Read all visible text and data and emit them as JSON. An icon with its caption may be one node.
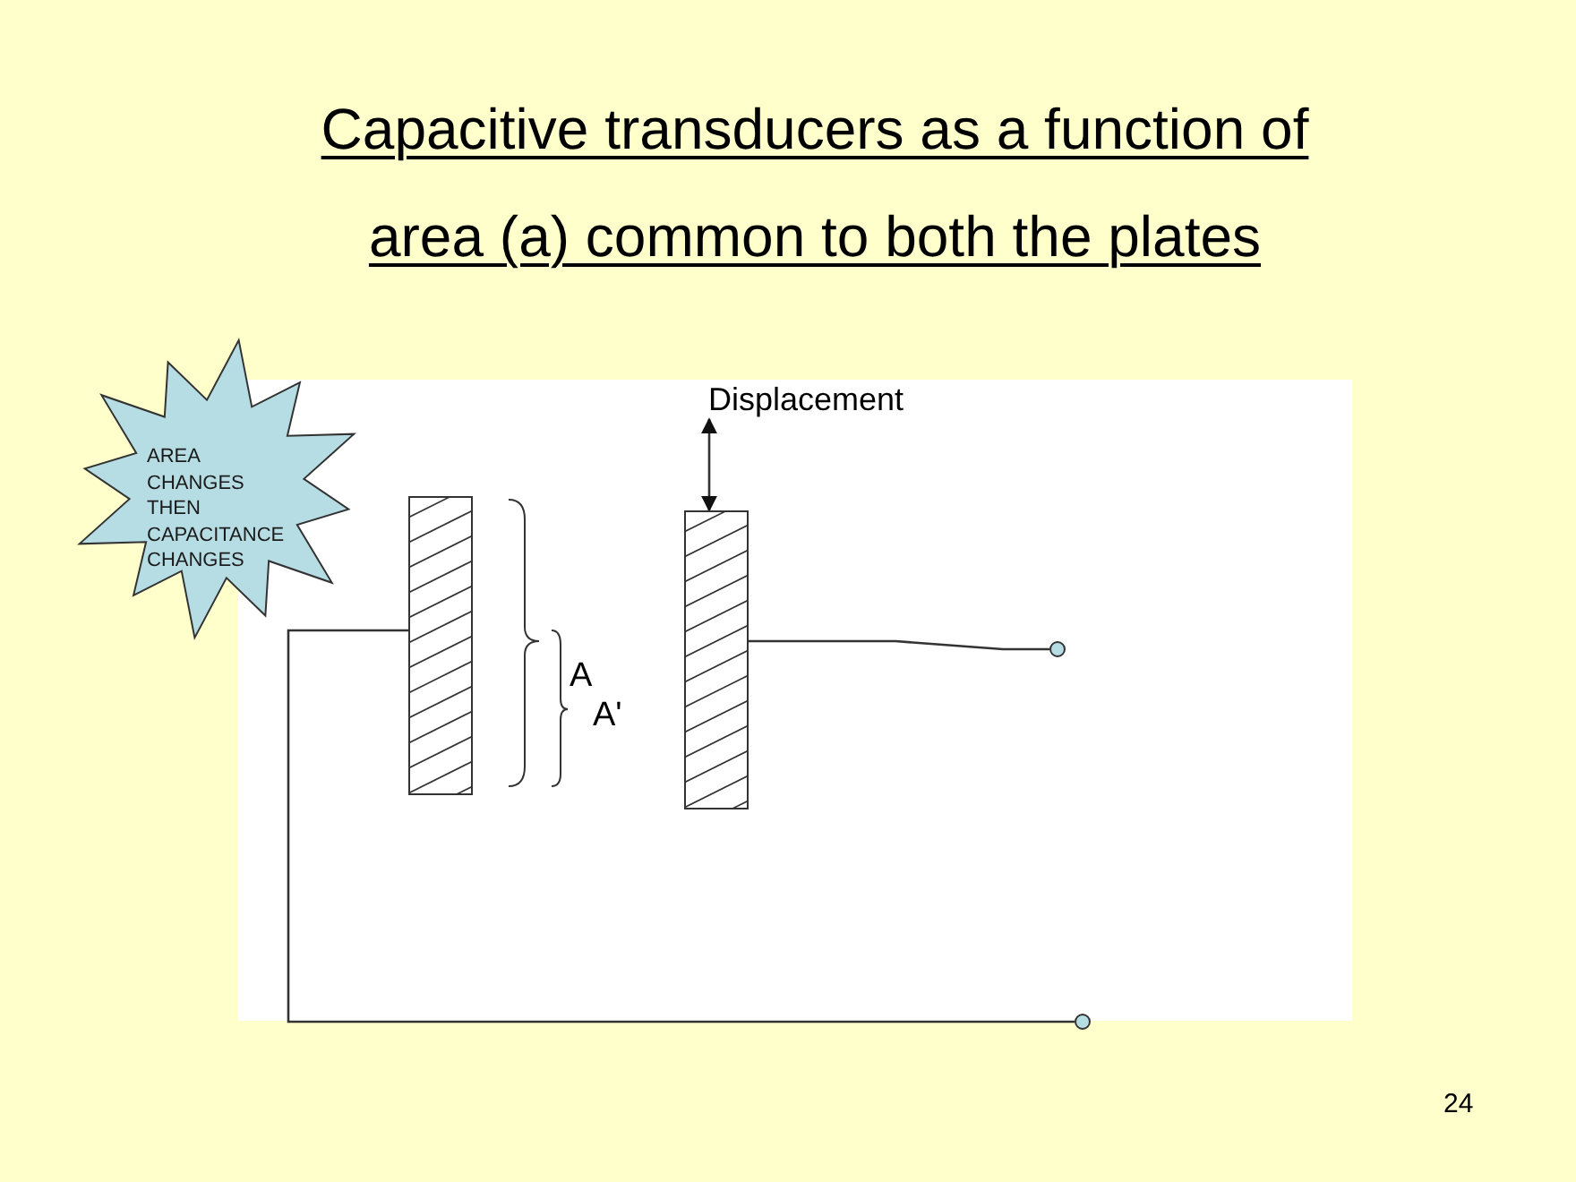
{
  "diagram": {
    "title": "Capacitive transducers as a function of area (a) common to both the plates",
    "nodes": [
      {
        "text": [
          "AREA CHANGES THEN CAPACITANCE CHANGES"
        ]
      },
      {
        "text": [
          "Displacement"
        ]
      },
      {
        "text": [],
        "shape": "bar"
      },
      {
        "text": [],
        "shape": "bar"
      },
      {
        "text": [],
        "shape": "circle"
      },
      {
        "text": [],
        "shape": "circle"
      }
    ],
    "edges": [
      {
        "from": 1,
        "to": 3,
        "arrow": "both"
      },
      {
        "from": 3,
        "to": 4,
        "arrow": "none"
      },
      {
        "from": 2,
        "to": 5,
        "arrow": "none"
      }
    ],
    "labels": [
      "A",
      "A'",
      "24"
    ]
  }
}
